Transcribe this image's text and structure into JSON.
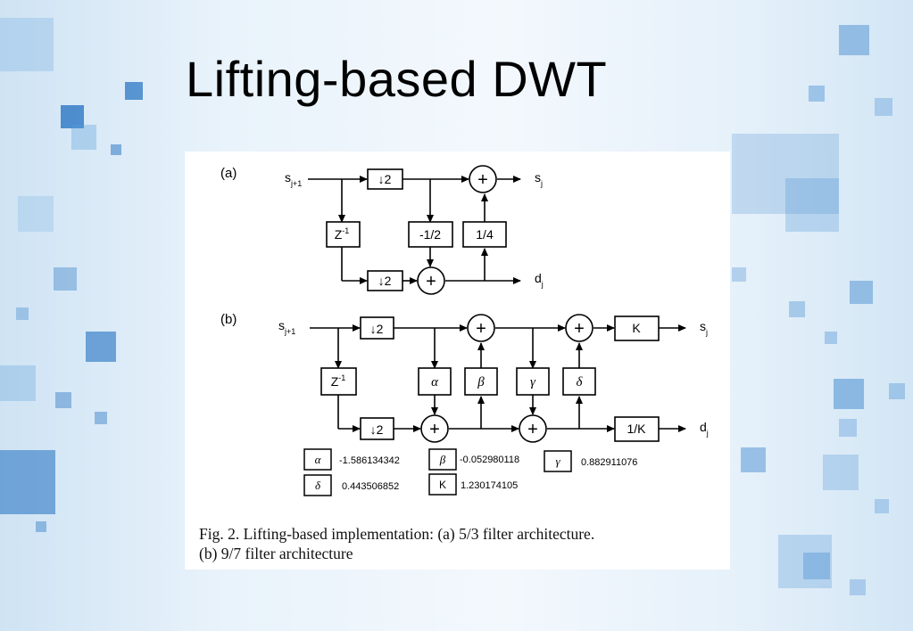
{
  "slide": {
    "title": "Lifting-based DWT"
  },
  "figure": {
    "panel_a": {
      "label": "(a)",
      "input": "s",
      "input_sub": "j+1",
      "down2_top": "↓2",
      "down2_bottom": "↓2",
      "delay": "Z",
      "delay_sup": "-1",
      "predict": "-1/2",
      "update": "1/4",
      "add": "+",
      "out_s": "s",
      "out_s_sub": "j",
      "out_d": "d",
      "out_d_sub": "j"
    },
    "panel_b": {
      "label": "(b)",
      "input": "s",
      "input_sub": "j+1",
      "down2_top": "↓2",
      "down2_bottom": "↓2",
      "delay": "Z",
      "delay_sup": "-1",
      "alpha": "α",
      "beta": "β",
      "gamma": "γ",
      "delta": "δ",
      "add": "+",
      "scale_k": "K",
      "scale_inv_k": "1/K",
      "out_s": "s",
      "out_s_sub": "j",
      "out_d": "d",
      "out_d_sub": "j"
    },
    "coefficients": [
      {
        "symbol": "α",
        "value": "-1.586134342"
      },
      {
        "symbol": "β",
        "value": "-0.052980118"
      },
      {
        "symbol": "γ",
        "value": "0.882911076"
      },
      {
        "symbol": "δ",
        "value": "0.443506852"
      },
      {
        "symbol": "K",
        "value": "1.230174105"
      }
    ],
    "caption_line1": "Fig. 2. Lifting-based implementation: (a) 5/3 filter architecture.",
    "caption_line2": "(b) 9/7 filter architecture"
  }
}
